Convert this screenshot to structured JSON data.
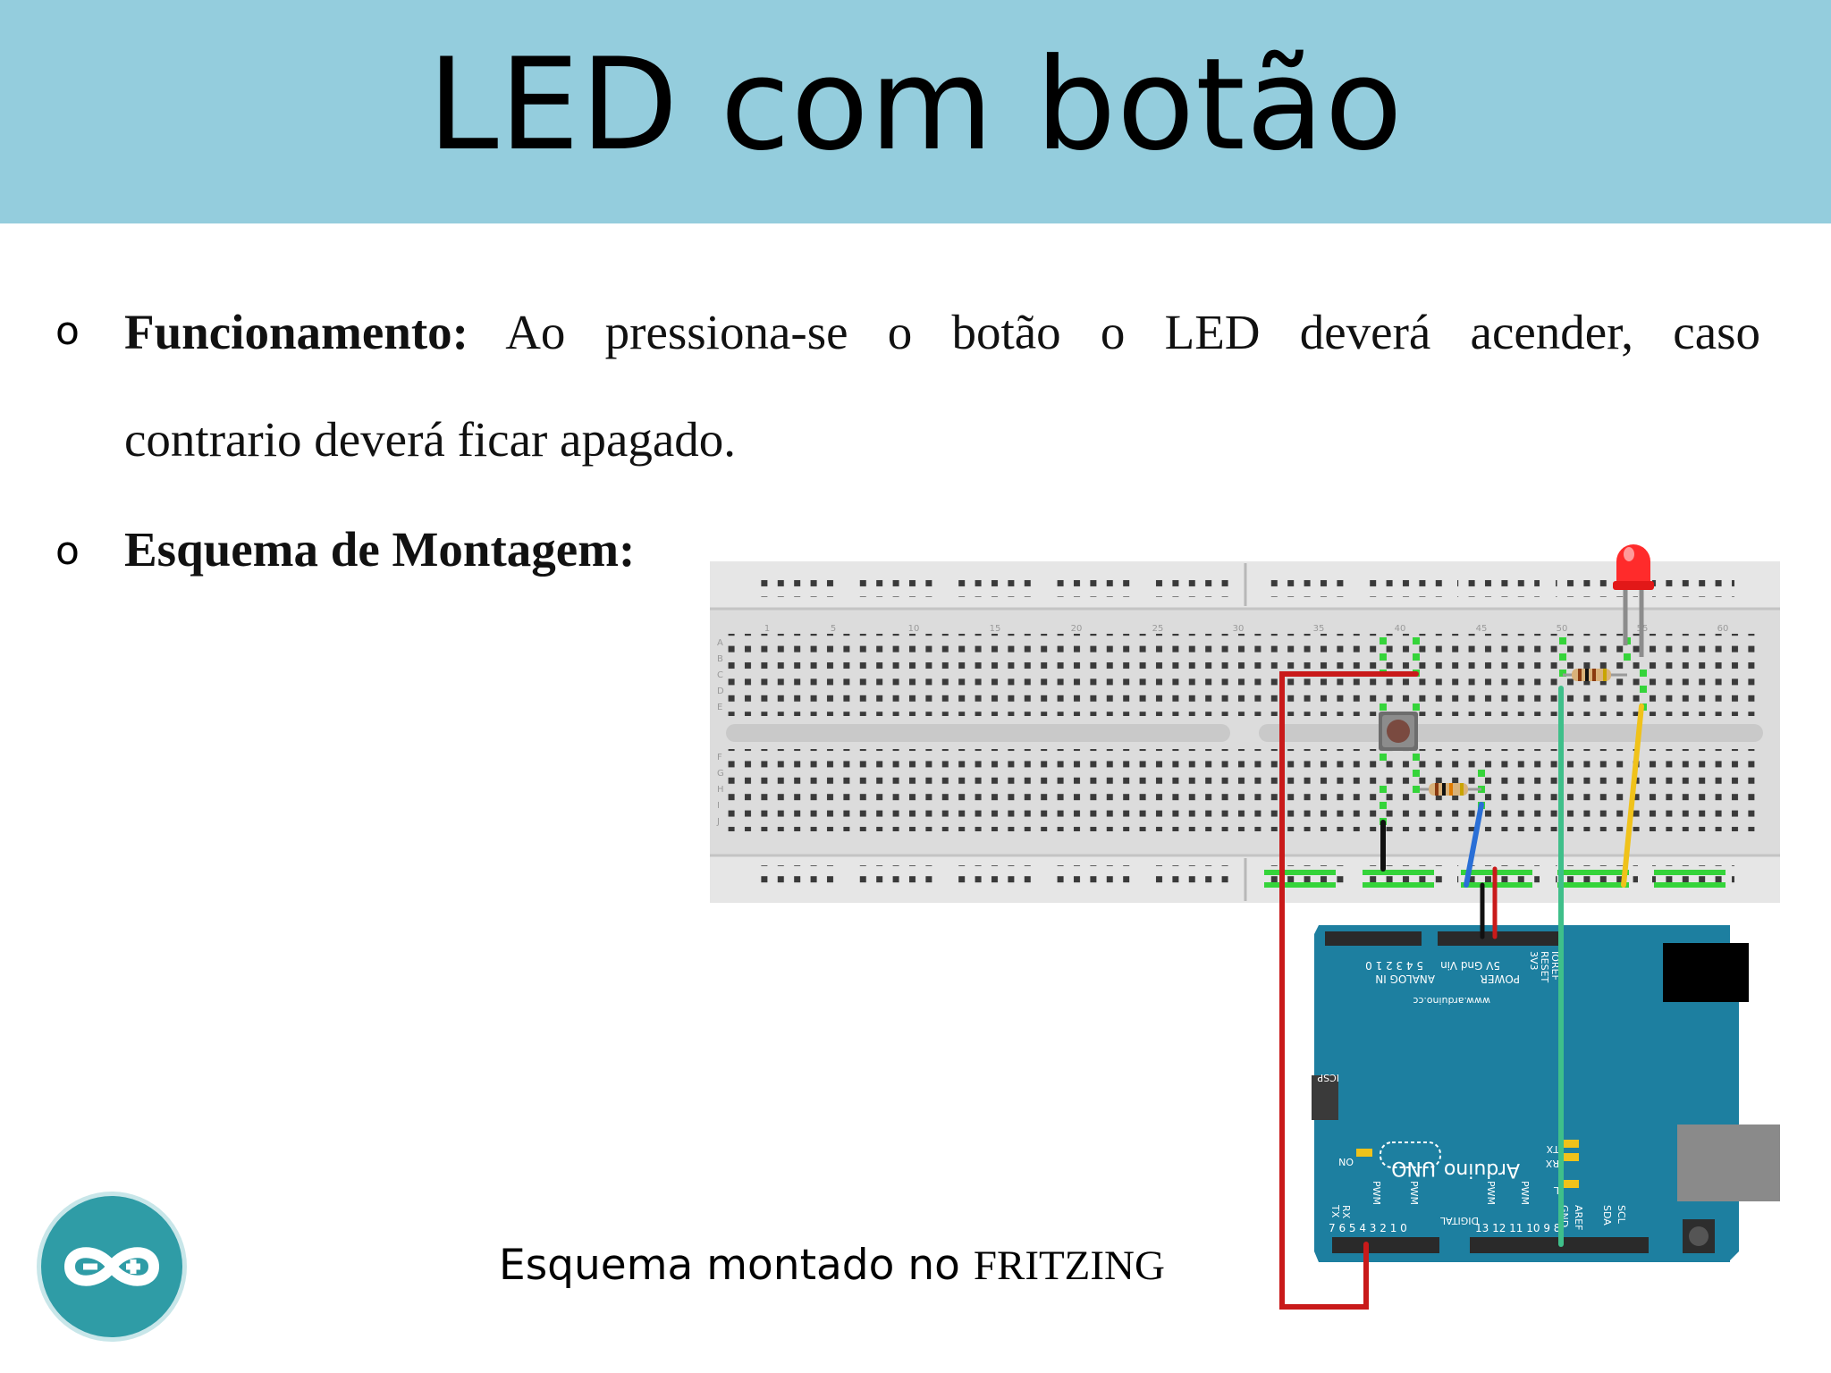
{
  "slide": {
    "title": "LED com botão",
    "bullet_glyph": "o",
    "item1": {
      "label": "Funcionamento:",
      "text_line1": "Ao pressiona-se o botão o LED deverá acender, caso",
      "text_line2": "contrario deverá ficar apagado."
    },
    "item2": {
      "label": "Esquema de Montagem:"
    },
    "caption_prefix": "Esquema montado no ",
    "caption_name": "FRITZING",
    "logo_icon": "arduino-logo-icon"
  },
  "breadboard": {
    "row_letters_left": [
      "A",
      "B",
      "C",
      "D",
      "E",
      "F",
      "G",
      "H",
      "I",
      "J"
    ],
    "column_numbers": [
      "1",
      "5",
      "10",
      "15",
      "20",
      "25",
      "30",
      "35",
      "40",
      "45",
      "50",
      "55",
      "60"
    ]
  },
  "arduino": {
    "brand": "Arduino",
    "model": "UNO",
    "site": "www.arduino.cc",
    "on_label": "ON",
    "icsp_label": "ICSP",
    "power_label": "POWER",
    "analog_label": "ANALOG IN",
    "digital_label": "DIGITAL",
    "tx_label": "TX",
    "rx_label": "RX",
    "l_label": "L",
    "power_pins": "5V Gnd Vin",
    "aref_label": "AREF",
    "gnd_label": "GND",
    "sda_label": "SDA",
    "scl_label": "SCL",
    "reset_label": "RESET",
    "ioref_label": "IOREF",
    "v33_label": "3V3",
    "analog_pins": "5 4 3 2 1 0",
    "digital_pins_left": "7 6 5 4 3 2 1 0",
    "digital_pins_right": "13 12 11 10 9 8",
    "pwm_label": "PWM"
  },
  "colors": {
    "header_bg": "#94cddd",
    "arduino_blue": "#1d7fa0",
    "wire_red": "#c91a1a",
    "wire_green": "#3fbf8a",
    "wire_yellow": "#f0c21a",
    "wire_blue": "#2a6fd6",
    "led_red": "#ff2b2b"
  }
}
